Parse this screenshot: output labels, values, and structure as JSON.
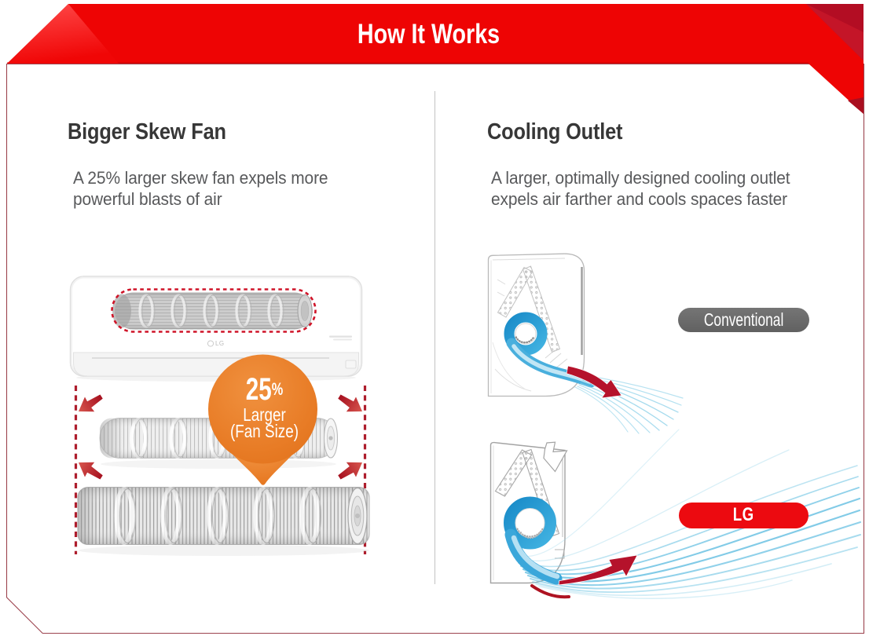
{
  "slide": {
    "title": "How It Works"
  },
  "left_panel": {
    "heading": "Bigger Skew Fan",
    "description_line1": "A 25% larger skew fan expels more",
    "description_line2": "powerful blasts of air",
    "badge": {
      "value": "25",
      "unit": "%",
      "caption_line1": "Larger",
      "caption_line2": "(Fan Size)"
    },
    "unit_logo": "LG"
  },
  "right_panel": {
    "heading": "Cooling Outlet",
    "description_line1": "A larger, optimally designed cooling outlet",
    "description_line2": "expels air farther and cools spaces faster",
    "label_conventional": "Conventional",
    "label_lg": "LG"
  },
  "colors": {
    "ribbon_red": "#ee0404",
    "ribbon_dark_red": "#b30d23",
    "card_border": "#a04350",
    "accent_crimson": "#b5122b",
    "dashed_guide_red": "#ae1e2d",
    "badge_orange": "#e87c26",
    "swirl_blue": "#2b9fd6",
    "pill_gray": "#6a6a6a",
    "pill_red": "#ec0a10",
    "heading_text": "#373737",
    "body_text": "#58595b"
  }
}
